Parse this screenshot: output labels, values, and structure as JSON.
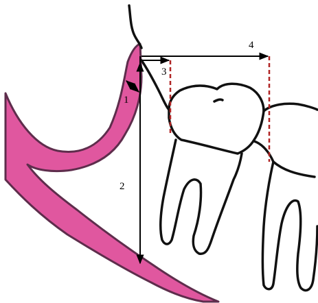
{
  "diagram": {
    "labels": {
      "m1": "1",
      "m2": "2",
      "m3": "3",
      "m4": "4"
    },
    "colors": {
      "soft_tissue_fill": "#e0579f",
      "soft_tissue_outline": "#5e2d4c",
      "tooth_outline": "#111111",
      "measure_arrow": "#000000",
      "reference_line": "#b02424",
      "background": "#ffffff"
    },
    "icons": {
      "arrow_head": "arrow-head",
      "reference": "dashed-line"
    }
  }
}
